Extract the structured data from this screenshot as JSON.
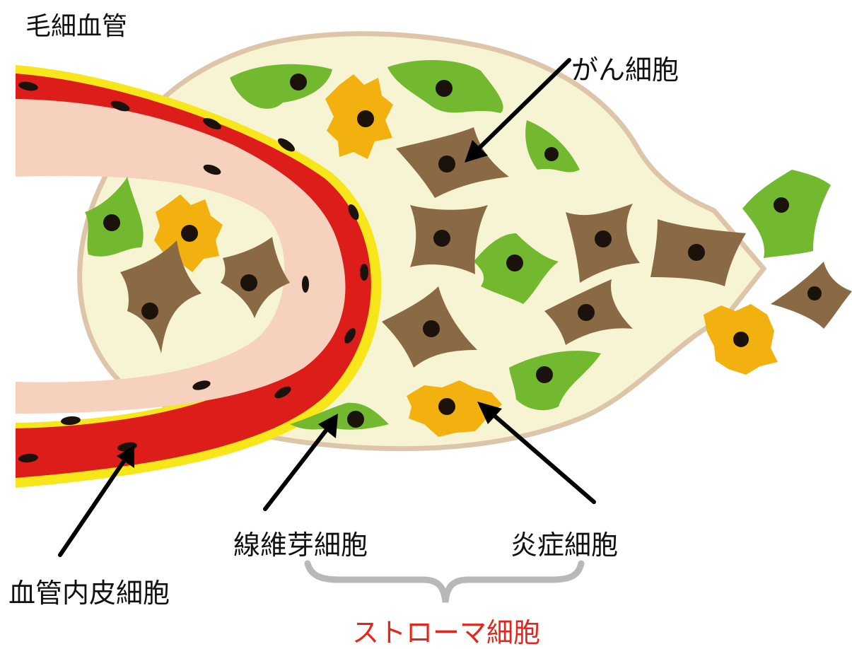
{
  "labels": {
    "capillary": "毛細血管",
    "cancer_cell": "がん細胞",
    "fibroblast": "線維芽細胞",
    "inflammatory_cell": "炎症細胞",
    "endothelial_cell": "血管内皮細胞",
    "stromal_cell": "ストローマ細胞"
  },
  "colors": {
    "tissue_fill": "#f7f4d3",
    "tissue_border": "#ddc5aa",
    "vessel_red": "#dc1d19",
    "vessel_inner": "#f6d1bd",
    "vessel_yellow": "#f7e61a",
    "cancer_cell": "#8a6a44",
    "fibroblast": "#72b930",
    "inflammatory_cell": "#f2b10f",
    "nucleus": "#1b120c",
    "arrow": "#000000",
    "bracket": "#b8b8b8",
    "stroma_label": "#e8241a"
  }
}
